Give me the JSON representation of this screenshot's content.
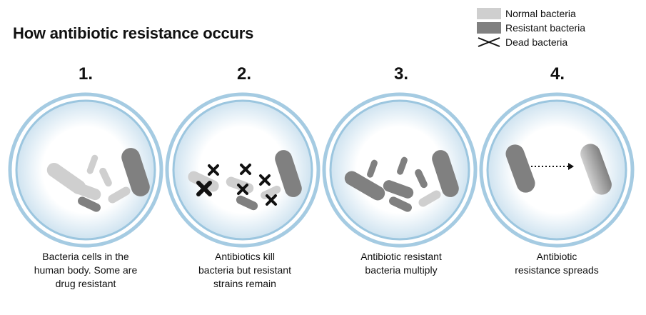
{
  "title": "How antibiotic resistance occurs",
  "legend": [
    {
      "label": "Normal bacteria",
      "icon": "normal-bacteria-swatch",
      "color": "#cfcfcf"
    },
    {
      "label": "Resistant bacteria",
      "icon": "resistant-bacteria-swatch",
      "color": "#808080"
    },
    {
      "label": "Dead bacteria",
      "icon": "dead-bacteria-cross-icon"
    }
  ],
  "steps": [
    {
      "number": "1.",
      "caption_lines": [
        "Bacteria cells in the",
        "human body. Some are",
        "drug resistant"
      ]
    },
    {
      "number": "2.",
      "caption_lines": [
        "Antibiotics kill",
        "bacteria but resistant",
        "strains remain"
      ]
    },
    {
      "number": "3.",
      "caption_lines": [
        "Antibiotic resistant",
        "bacteria multiply"
      ]
    },
    {
      "number": "4.",
      "caption_lines": [
        "Antibiotic",
        "resistance spreads"
      ]
    }
  ],
  "colors": {
    "normal": "#cfcfcf",
    "resistant": "#808080",
    "dish_ring": "#9cc6df",
    "dish_fill_light": "#ffffff",
    "dish_fill_edge": "#d6e8f3",
    "dead_mark": "#111111"
  }
}
